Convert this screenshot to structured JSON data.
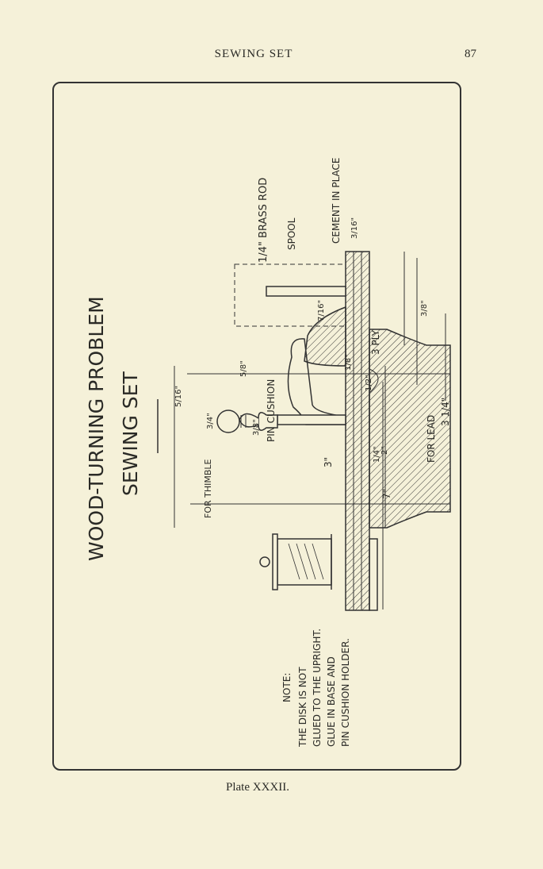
{
  "running_head": {
    "title": "SEWING SET",
    "page_number": "87"
  },
  "plate": {
    "title_line1": "WOOD-TURNING PROBLEM",
    "title_line2": "SEWING SET",
    "labels": {
      "for_thimble": "FOR THIMBLE",
      "pin_cushion": "PIN CUSHION",
      "brass_rod": "1/4\" BRASS ROD",
      "spool": "SPOOL",
      "cement": "CEMENT IN PLACE",
      "three_ply": "3 PLY",
      "for_lead": "FOR LEAD"
    },
    "dimensions": {
      "d_5_16": "5/16\"",
      "d_3_4": "3/4\"",
      "d_3_8": "3/8\"",
      "d_5_8": "5/8\"",
      "d_3in": "3\"",
      "d_7in": "7\"",
      "d_1_4": "1/4\"",
      "d_2in": "2\"",
      "d_1_2": "1/2\"",
      "d_3_4in": "3 1/4\"",
      "d_3_16": "3/16\"",
      "d_1_8": "1/8\"",
      "d_7_16": "7/16\"",
      "d_3_8b": "3/8\""
    },
    "note": {
      "heading": "NOTE:",
      "line1": "THE DISK IS NOT",
      "line2": "GLUED TO THE UPRIGHT.",
      "line3": "GLUE IN BASE AND",
      "line4": "PIN CUSHION HOLDER."
    }
  },
  "caption": "Plate XXXII."
}
